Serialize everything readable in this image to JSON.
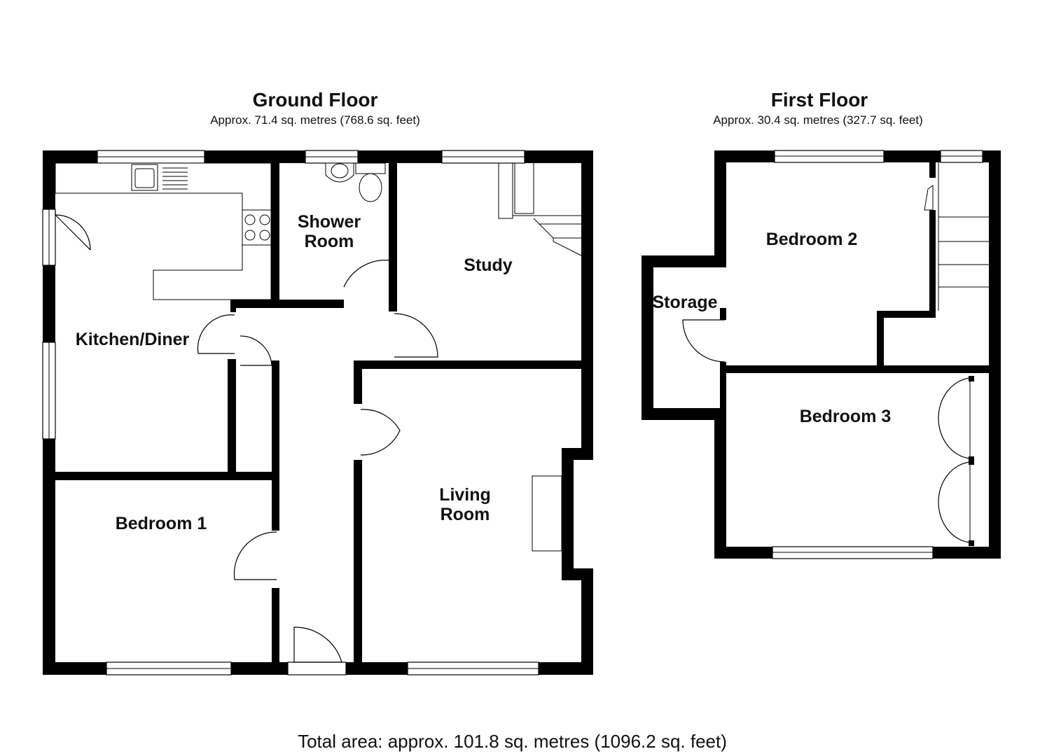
{
  "ground_floor": {
    "title": "Ground Floor",
    "area": "Approx. 71.4 sq. metres (768.6 sq. feet)",
    "rooms": {
      "kitchen": "Kitchen/Diner",
      "shower_line1": "Shower",
      "shower_line2": "Room",
      "study": "Study",
      "bedroom1": "Bedroom 1",
      "living_line1": "Living",
      "living_line2": "Room"
    }
  },
  "first_floor": {
    "title": "First Floor",
    "area": "Approx. 30.4 sq. metres (327.7 sq. feet)",
    "rooms": {
      "bedroom2": "Bedroom 2",
      "storage": "Storage",
      "bedroom3": "Bedroom 3"
    }
  },
  "total": "Total area: approx. 101.8 sq. metres (1096.2 sq. feet)"
}
